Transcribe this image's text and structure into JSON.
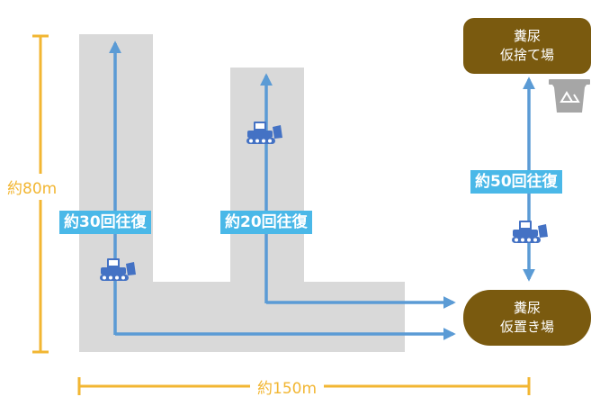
{
  "stations": {
    "dump": {
      "line1": "糞尿",
      "line2": "仮捨て場"
    },
    "temp": {
      "line1": "糞尿",
      "line2": "仮置き場"
    }
  },
  "labels": {
    "route1": "約30回往復",
    "route2": "約20回往復",
    "route3": "約50回往復"
  },
  "dimensions": {
    "height": "約80m",
    "width": "約150m"
  },
  "icons": {
    "bulldozer": "bulldozer-icon",
    "trash": "recycle-bin-icon"
  },
  "colors": {
    "area": "#d9d9d9",
    "arrow": "#5b9bd5",
    "label_bg": "#4ab8e8",
    "station": "#7a5a0f",
    "dimension": "#f2b632",
    "bulldozer": "#4472c4"
  }
}
